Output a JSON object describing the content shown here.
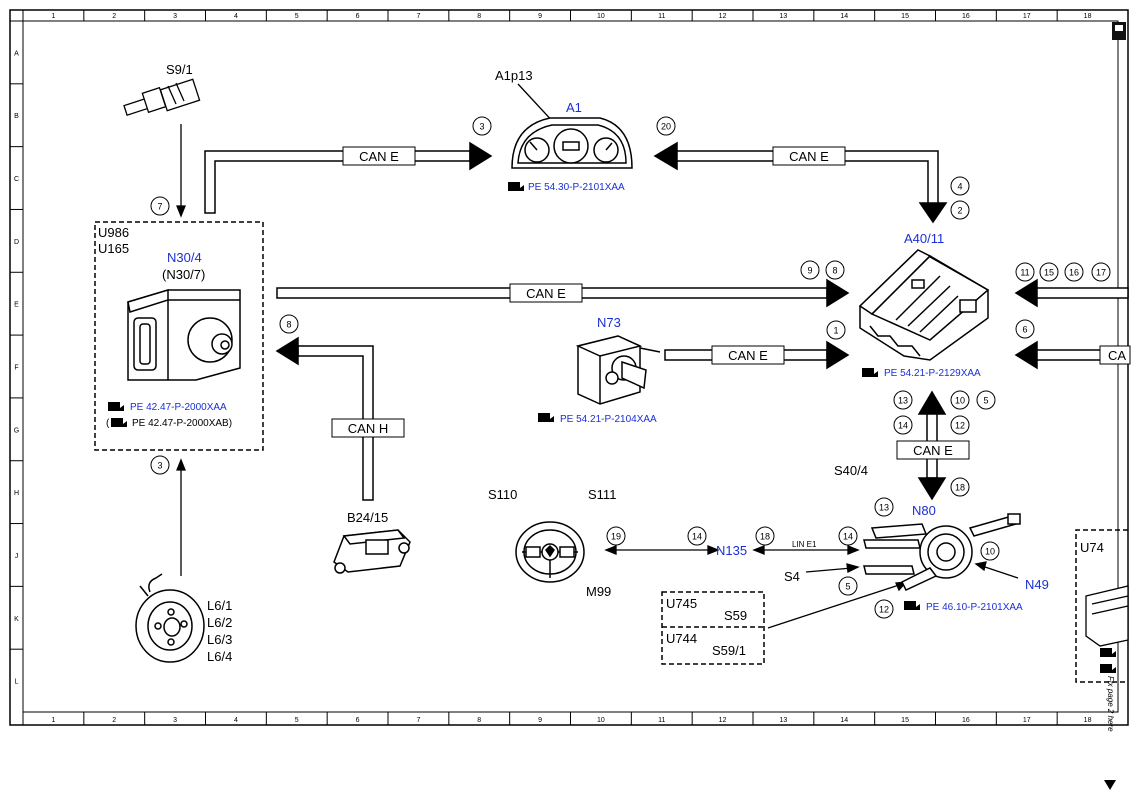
{
  "grid": {
    "columns": [
      "1",
      "2",
      "3",
      "4",
      "5",
      "6",
      "7",
      "8",
      "9",
      "10",
      "11",
      "12",
      "13",
      "14",
      "15",
      "16",
      "17",
      "18"
    ],
    "rows": [
      "A",
      "B",
      "C",
      "D",
      "E",
      "F",
      "G",
      "H",
      "J",
      "K",
      "L"
    ]
  },
  "components": {
    "s9_1": "S9/1",
    "a1p13": "A1p13",
    "a1": "A1",
    "a1_ref": "PE 54.30-P-2101XAA",
    "u986": "U986",
    "u165": "U165",
    "n30_4": "N30/4",
    "n30_7": "(N30/7)",
    "n30_ref1": "PE 42.47-P-2000XAA",
    "n30_ref2_open": "(",
    "n30_ref2": "PE 42.47-P-2000XAB)",
    "a40_11": "A40/11",
    "a40_ref": "PE 54.21-P-2129XAA",
    "n73": "N73",
    "n73_ref": "PE 54.21-P-2104XAA",
    "b24_15": "B24/15",
    "s110": "S110",
    "s111": "S111",
    "m99": "M99",
    "n135": "N135",
    "line_e1": "LIN E1",
    "s40_4": "S40/4",
    "n80": "N80",
    "s4": "S4",
    "n49": "N49",
    "n49_ref": "PE 46.10-P-2101XAA",
    "u745": "U745",
    "s59": "S59",
    "u744": "U744",
    "s59_1": "S59/1",
    "l6": [
      "L6/1",
      "L6/2",
      "L6/3",
      "L6/4"
    ],
    "u74": "U74",
    "side_note": "Fix page 2 here"
  },
  "buses": {
    "can_e": "CAN E",
    "can_h": "CAN H",
    "can_e_partial": "CA"
  },
  "callouts": {
    "c3_top": "3",
    "c20": "20",
    "c7": "7",
    "c4": "4",
    "c2": "2",
    "c9": "9",
    "c8_a": "8",
    "c11": "11",
    "c15": "15",
    "c16": "16",
    "c17": "17",
    "c8_b": "8",
    "c1": "1",
    "c6": "6",
    "c13_a": "13",
    "c10_a": "10",
    "c5_a": "5",
    "c14_a": "14",
    "c12_a": "12",
    "c3_b": "3",
    "c18_a": "18",
    "c13_b": "13",
    "c19": "19",
    "c14_b": "14",
    "c18_b": "18",
    "c14_c": "14",
    "c10_b": "10",
    "c5_b": "5",
    "c12_b": "12"
  }
}
